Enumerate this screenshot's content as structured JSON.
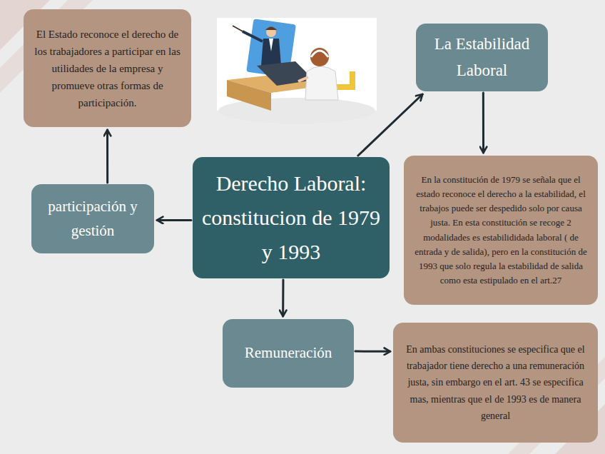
{
  "diagram": {
    "nodes": [
      {
        "text": [
          "El Estado reconoce el derecho de los trabajadores a participar en las utilidades de la empresa y promueve otras formas de participación."
        ]
      },
      {
        "text": [
          "La Estabilidad Laboral"
        ]
      },
      {
        "text": [
          "Derecho Laboral: constitucion de 1979 y 1993"
        ]
      },
      {
        "text": [
          "participación y gestión"
        ]
      },
      {
        "text": [
          "En la constitución de 1979 se señala que el estado reconoce el derecho a la estabilidad, el trabajos puede ser despedido solo por causa justa. En esta constitución se recoge 2 modalidades es estabilididada laboral ( de entrada y de salida), pero en la constitución de 1993 que solo regula la estabilidad de salida como esta estipulado en el art.27"
        ]
      },
      {
        "text": [
          "Remuneración"
        ]
      },
      {
        "text": [
          "En ambas constituciones se especifica que el trabajador tiene derecho a una remuneración justa, sin embargo en el art. 43 se especifica mas, mientras que el de 1993 es de manera general"
        ]
      }
    ],
    "edges": [
      {
        "from": 2,
        "to": 1,
        "arrow": "to"
      },
      {
        "from": 1,
        "to": 4,
        "arrow": "to"
      },
      {
        "from": 2,
        "to": 3,
        "arrow": "to"
      },
      {
        "from": 3,
        "to": 0,
        "arrow": "to"
      },
      {
        "from": 2,
        "to": 5,
        "arrow": "to"
      },
      {
        "from": 5,
        "to": 6,
        "arrow": "to"
      }
    ]
  }
}
